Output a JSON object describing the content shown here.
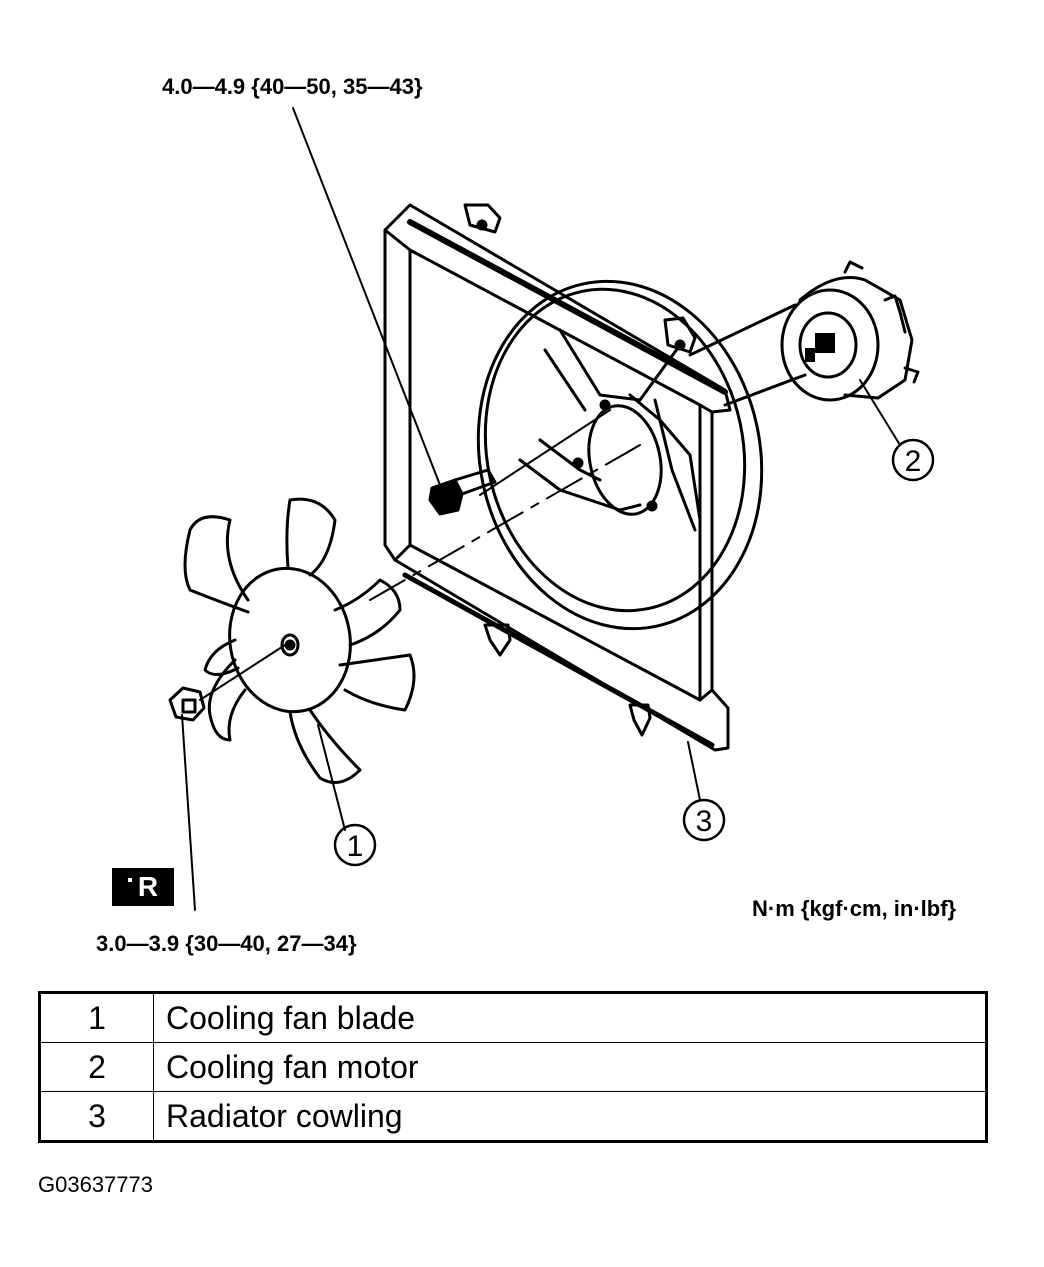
{
  "callouts": {
    "bolt_torque": "4.0—4.9 {40—50, 35—43}",
    "nut_torque": "3.0—3.9 {30—40, 27—34}",
    "units": "N·m {kgf·cm, in·lbf}",
    "badge": "R",
    "part_numbers": [
      "1",
      "2",
      "3"
    ]
  },
  "legend": {
    "rows": [
      {
        "number": "1",
        "name": "Cooling fan blade"
      },
      {
        "number": "2",
        "name": "Cooling fan motor"
      },
      {
        "number": "3",
        "name": "Radiator cowling"
      }
    ]
  },
  "figure_id": "G03637773"
}
